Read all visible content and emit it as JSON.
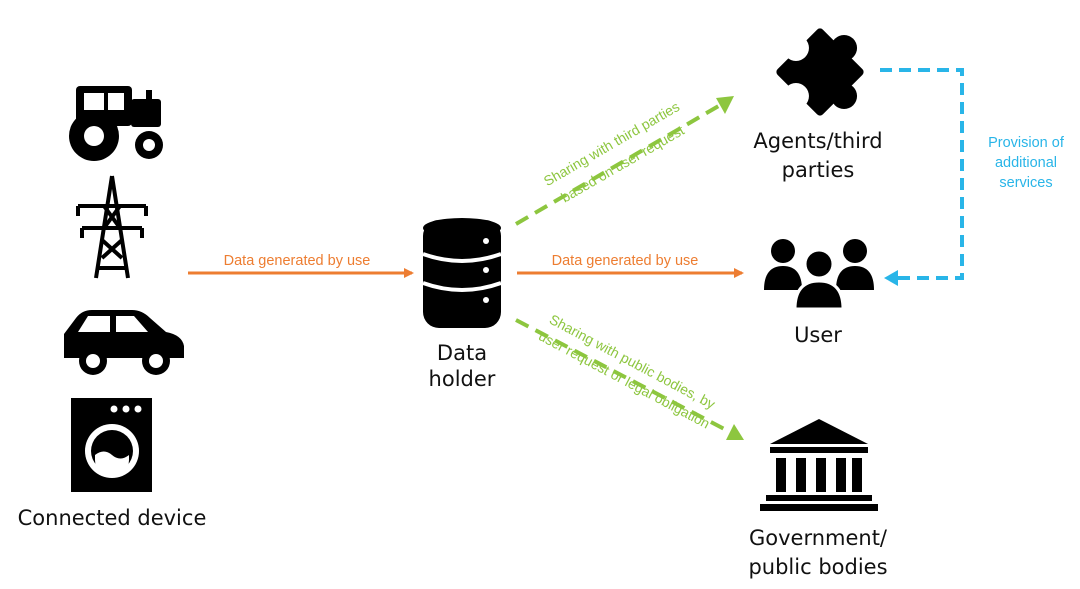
{
  "nodes": {
    "connected_device": {
      "label": "Connected device",
      "icons": [
        "tractor-icon",
        "power-pylon-icon",
        "car-icon",
        "washing-machine-icon"
      ]
    },
    "data_holder": {
      "label_line1": "Data",
      "label_line2": "holder",
      "icon": "database-icon"
    },
    "third_parties": {
      "label_line1": "Agents/third",
      "label_line2": "parties",
      "icon": "puzzle-piece-icon"
    },
    "user": {
      "label": "User",
      "icon": "user-group-icon"
    },
    "government": {
      "label_line1": "Government/",
      "label_line2": "public bodies",
      "icon": "government-building-icon"
    }
  },
  "edges": {
    "device_to_holder": {
      "label": "Data generated by use"
    },
    "holder_to_user": {
      "label": "Data generated by use"
    },
    "holder_to_third": {
      "label_line1": "Sharing with third parties",
      "label_line2": "based on user request"
    },
    "holder_to_government": {
      "label_line1": "Sharing with public bodies, by",
      "label_line2": "user request or legal obligation"
    },
    "third_to_user": {
      "label_line1": "Provision of",
      "label_line2": "additional",
      "label_line3": "services"
    }
  },
  "colors": {
    "orange": "#ED7D31",
    "green": "#8DC63F",
    "blue": "#29B5E8",
    "icon": "#000000"
  }
}
